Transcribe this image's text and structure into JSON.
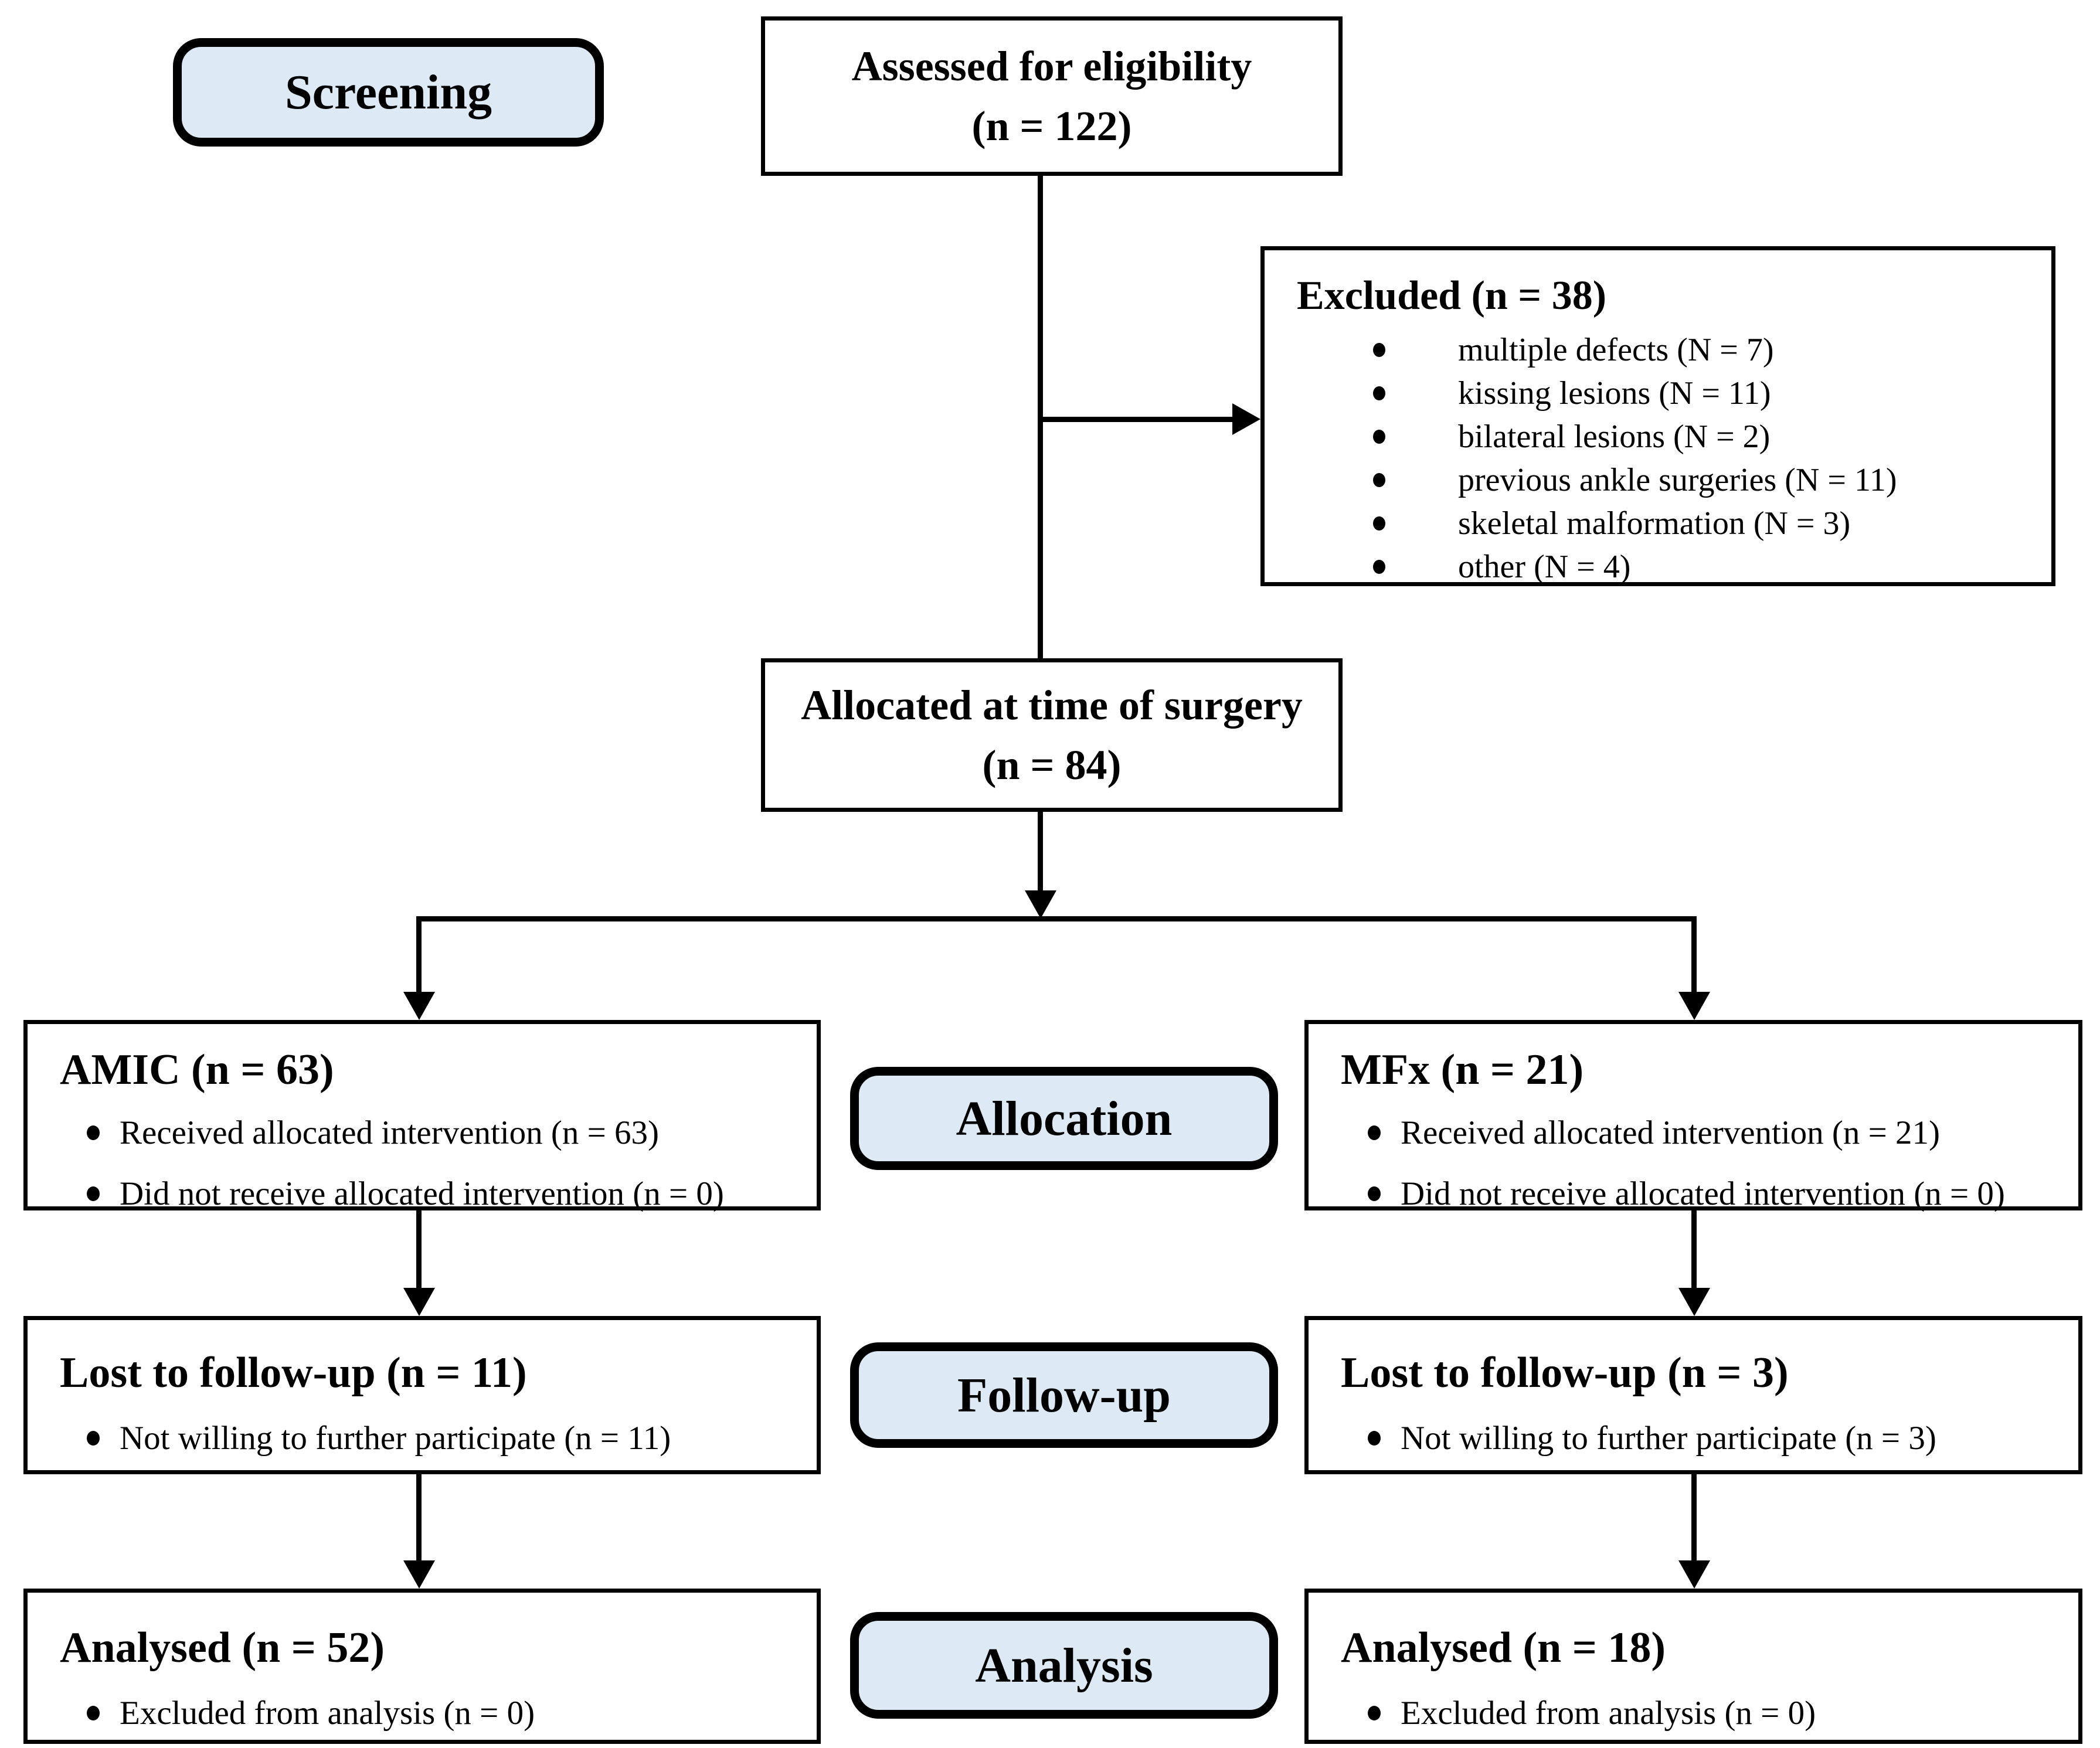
{
  "diagram": {
    "stages": {
      "screening": "Screening",
      "allocation": "Allocation",
      "followup": "Follow-up",
      "analysis": "Analysis"
    },
    "boxes": {
      "assessed": {
        "line1": "Assessed for eligibility",
        "line2": "(n = 122)"
      },
      "excluded": {
        "title": "Excluded (n = 38)",
        "items": [
          "multiple defects (N = 7)",
          "kissing lesions (N = 11)",
          "bilateral lesions (N = 2)",
          "previous ankle surgeries (N = 11)",
          "skeletal malformation (N = 3)",
          "other (N = 4)"
        ]
      },
      "allocated": {
        "line1": "Allocated at time of surgery",
        "line2": "(n = 84)"
      },
      "amic": {
        "title": "AMIC (n = 63)",
        "items": [
          "Received allocated intervention (n = 63)",
          "Did not receive allocated intervention (n = 0)"
        ]
      },
      "mfx": {
        "title": "MFx (n = 21)",
        "items": [
          "Received allocated intervention (n = 21)",
          "Did not receive allocated intervention (n = 0)"
        ]
      },
      "lost_amic": {
        "title": "Lost to follow-up (n = 11)",
        "items": [
          "Not willing to further participate (n = 11)"
        ]
      },
      "lost_mfx": {
        "title": "Lost to follow-up (n = 3)",
        "items": [
          "Not willing to further participate (n = 3)"
        ]
      },
      "analysed_amic": {
        "title": "Analysed (n = 52)",
        "items": [
          "Excluded from analysis (n = 0)"
        ]
      },
      "analysed_mfx": {
        "title": "Analysed (n = 18)",
        "items": [
          "Excluded from analysis (n = 0)"
        ]
      }
    },
    "colors": {
      "stage_fill": "#dde9f5",
      "border": "#000000",
      "text": "#000000",
      "background": "#ffffff"
    }
  }
}
